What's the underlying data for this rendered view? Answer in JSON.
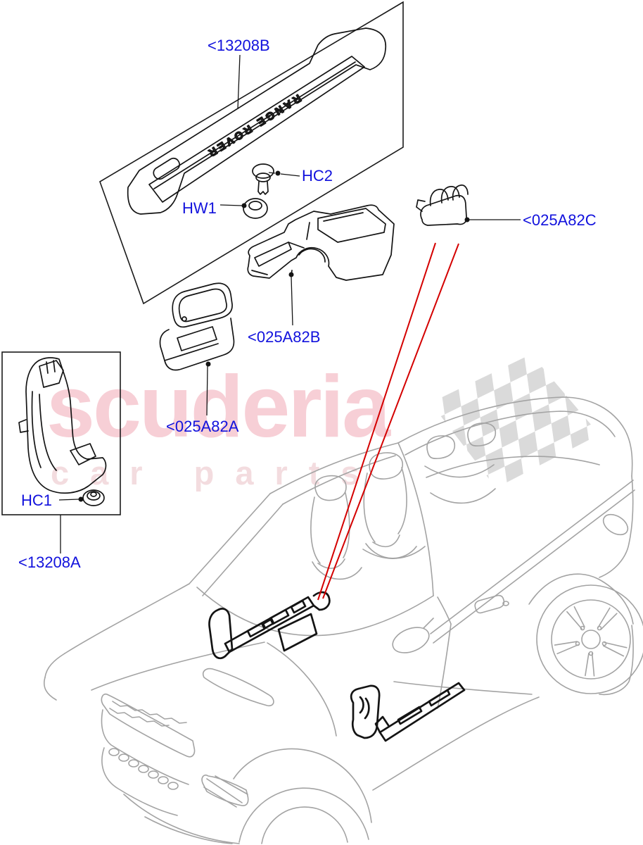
{
  "page": {
    "background": "#ffffff"
  },
  "watermark": {
    "brand": "scuderia",
    "tagline": "car parts",
    "brand_color": "#f7cfd6",
    "tagline_color": "#f3dcdf",
    "flag_color": "#dadada"
  },
  "diagram": {
    "plate_text": "RANGE ROVER",
    "label_color": "#1212dd",
    "leader_red": "#d40000",
    "line_black": "#141414",
    "car_grey": "#a3a3a3",
    "labels": {
      "b13208B": {
        "text": "<13208B"
      },
      "hc2": {
        "text": "HC2"
      },
      "hw1": {
        "text": "HW1"
      },
      "c025A82C": {
        "text": "<025A82C"
      },
      "b025A82B": {
        "text": "<025A82B"
      },
      "a025A82A": {
        "text": "<025A82A"
      },
      "hc1": {
        "text": "HC1"
      },
      "a13208A": {
        "text": "<13208A"
      }
    }
  }
}
